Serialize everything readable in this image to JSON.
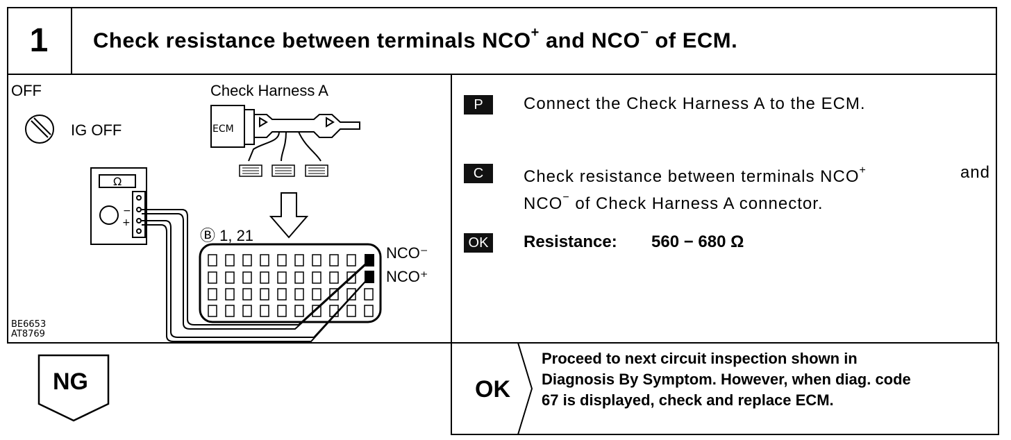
{
  "header": {
    "step_number": "1",
    "title_part1": "Check resistance between terminals NCO",
    "title_sup1": "+",
    "title_part2": " and NCO",
    "title_sup2": "−",
    "title_part3": " of ECM."
  },
  "figure": {
    "off_label": "OFF",
    "ig_off_label": "IG OFF",
    "harness_label": "Check Harness A",
    "ecm_label": "ECM",
    "ohm_symbol": "Ω",
    "meter_minus": "−",
    "meter_plus": "+",
    "connector_label": "Ⓑ 1, 21",
    "nco_minus": "NCO⁻",
    "nco_plus": "NCO⁺",
    "code1": "BE6653",
    "code2": "AT8769"
  },
  "instructions": {
    "p_badge": "P",
    "p_text": "Connect the Check Harness A to the ECM.",
    "c_badge": "C",
    "c_text_1": "Check resistance between terminals NCO",
    "c_sup_1": "+",
    "c_text_2": " and",
    "c_text_3": "NCO",
    "c_sup_2": "−",
    "c_text_4": " of Check Harness A connector.",
    "ok_badge": "OK",
    "resistance_label": "Resistance:",
    "resistance_value": "560 − 680 Ω"
  },
  "results": {
    "ng_label": "NG",
    "ok_label": "OK",
    "ok_line1": "Proceed to next circuit inspection shown in",
    "ok_line2": "Diagnosis By Symptom. However, when diag. code",
    "ok_line3": "67 is displayed, check and replace ECM."
  }
}
